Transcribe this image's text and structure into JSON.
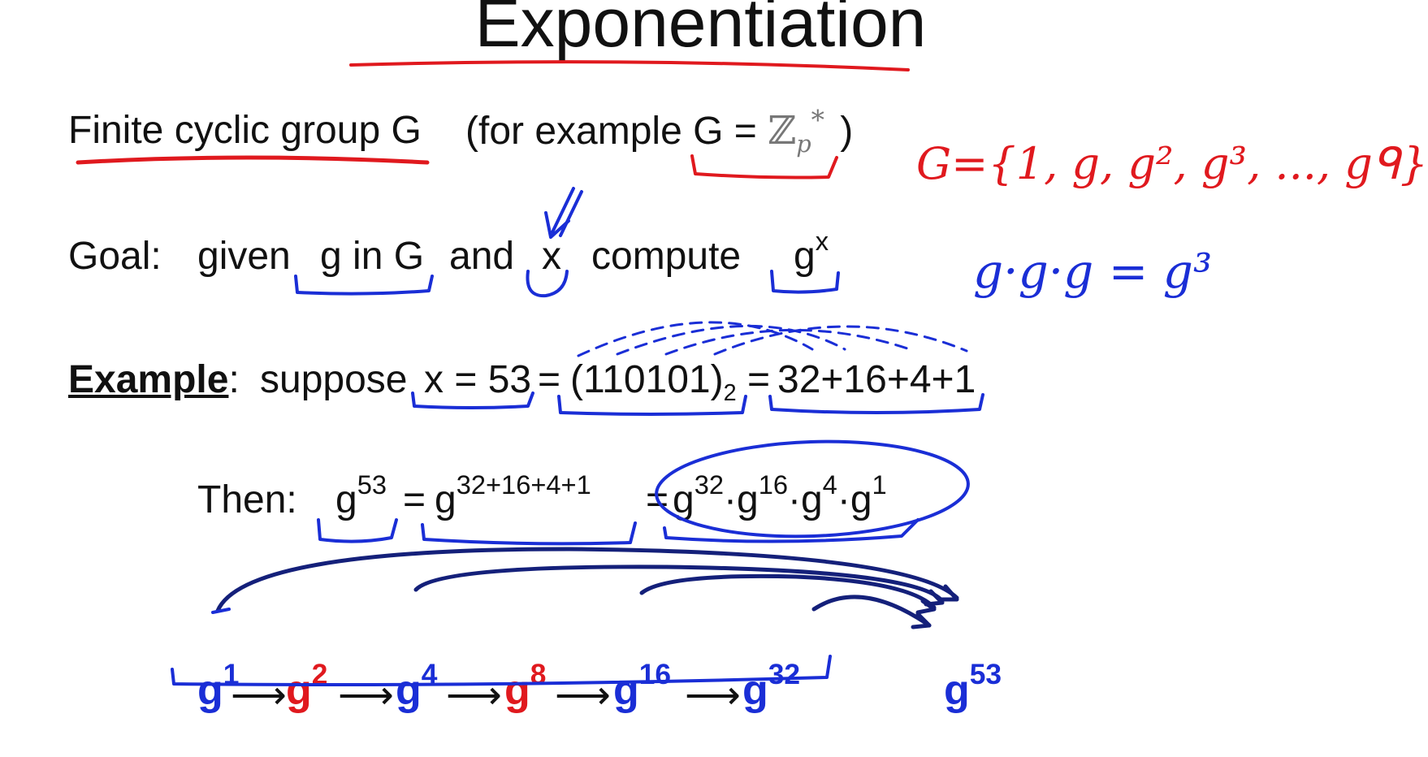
{
  "title": "Exponentiation",
  "line1": {
    "group_text": "Finite cyclic group  G",
    "example_text": "(for example  G = ",
    "zp": "ℤ",
    "zp_sub": "p",
    "zp_sup": "*",
    "close": ")"
  },
  "goal": {
    "label": "Goal:",
    "given": "given",
    "g_in_g": "g in G",
    "and": "and",
    "x": "x",
    "compute": "compute",
    "g": "g",
    "g_exp": "x"
  },
  "example": {
    "label": "Example",
    "colon": ":",
    "suppose": "suppose",
    "x_eq": "x = 53",
    "eq1": "=",
    "binary": "(110101)",
    "base": "2",
    "eq2": "=",
    "sum": "32+16+4+1"
  },
  "then": {
    "label": "Then:",
    "g53_base": "g",
    "g53_exp": "53",
    "eq1": "=",
    "gsum_base": "g",
    "gsum_exp": "32+16+4+1",
    "eq2": "=",
    "product": [
      {
        "base": "g",
        "exp": "32"
      },
      {
        "sep": "·",
        "base": "g",
        "exp": "16"
      },
      {
        "sep": "·",
        "base": "g",
        "exp": "4"
      },
      {
        "sep": "·",
        "base": "g",
        "exp": "1"
      }
    ]
  },
  "chain": {
    "terms": [
      {
        "base": "g",
        "exp": "1",
        "color": "#1a2ed6"
      },
      {
        "base": "g",
        "exp": "2",
        "color": "#e0191e"
      },
      {
        "base": "g",
        "exp": "4",
        "color": "#1a2ed6"
      },
      {
        "base": "g",
        "exp": "8",
        "color": "#e0191e"
      },
      {
        "base": "g",
        "exp": "16",
        "color": "#1a2ed6"
      },
      {
        "base": "g",
        "exp": "32",
        "color": "#1a2ed6"
      }
    ],
    "arrow": "⟶",
    "result_base": "g",
    "result_exp": "53"
  },
  "handwritten": {
    "set_text": "G={1, g, g², g³, ..., gᑫ}",
    "product_text": "g·g·g = g³"
  },
  "colors": {
    "ink_red": "#e0191e",
    "ink_blue": "#1a2ed6",
    "ink_navy": "#14207a",
    "text": "#111111"
  }
}
